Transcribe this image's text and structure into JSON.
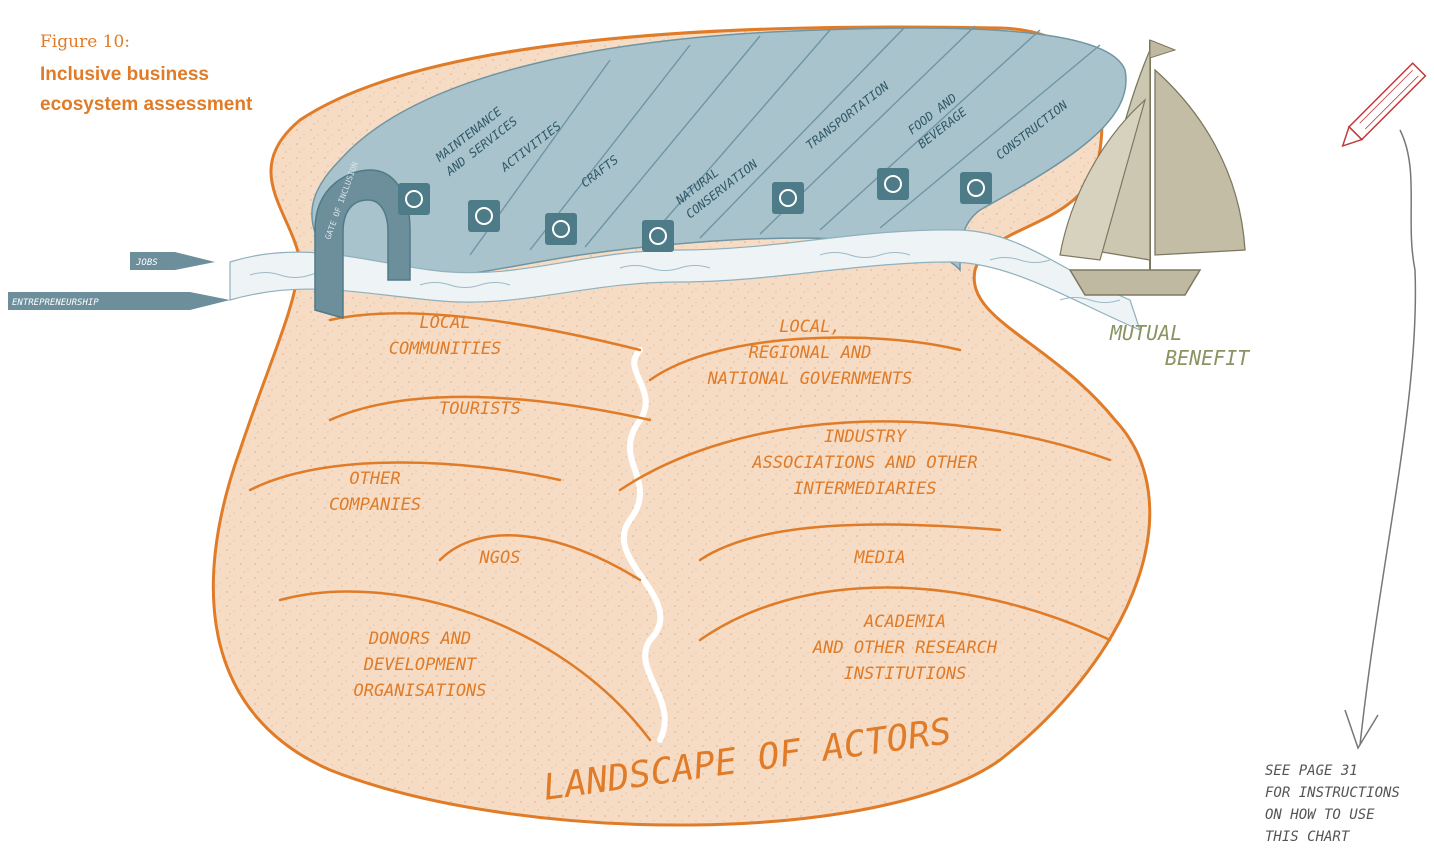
{
  "figure": {
    "number": "Figure 10:",
    "title_line1": "Inclusive business",
    "title_line2": "ecosystem assessment"
  },
  "arch_label": "GATE OF INCLUSION",
  "sectors": [
    {
      "label1": "MAINTENANCE",
      "label2": "AND SERVICES",
      "icon": "cocktail-icon"
    },
    {
      "label1": "ACTIVITIES",
      "label2": "",
      "icon": "camera-icon"
    },
    {
      "label1": "CRAFTS",
      "label2": "",
      "icon": "needle-icon"
    },
    {
      "label1": "NATURAL",
      "label2": "CONSERVATION",
      "icon": "elephant-icon"
    },
    {
      "label1": "TRANSPORTATION",
      "label2": "",
      "icon": "vehicle-icon"
    },
    {
      "label1": "FOOD AND",
      "label2": "BEVERAGE",
      "icon": "spoon-icon"
    },
    {
      "label1": "CONSTRUCTION",
      "label2": "",
      "icon": "hammer-icon"
    }
  ],
  "flows": {
    "jobs": "JOBS",
    "entrepreneurship": "ENTREPRENEURSHIP"
  },
  "mutual_benefit": {
    "line1": "MUTUAL",
    "line2": "BENEFIT"
  },
  "actors_left": [
    {
      "line1": "LOCAL",
      "line2": "COMMUNITIES",
      "line3": ""
    },
    {
      "line1": "TOURISTS",
      "line2": "",
      "line3": ""
    },
    {
      "line1": "OTHER",
      "line2": "COMPANIES",
      "line3": ""
    },
    {
      "line1": "NGOS",
      "line2": "",
      "line3": ""
    },
    {
      "line1": "DONORS AND",
      "line2": "DEVELOPMENT",
      "line3": "ORGANISATIONS"
    }
  ],
  "actors_right": [
    {
      "line1": "LOCAL,",
      "line2": "REGIONAL AND",
      "line3": "NATIONAL GOVERNMENTS"
    },
    {
      "line1": "INDUSTRY",
      "line2": "ASSOCIATIONS AND OTHER",
      "line3": "INTERMEDIARIES"
    },
    {
      "line1": "MEDIA",
      "line2": "",
      "line3": ""
    },
    {
      "line1": "ACADEMIA",
      "line2": "AND OTHER RESEARCH",
      "line3": "INSTITUTIONS"
    }
  ],
  "landscape_label": "LANDSCAPE OF ACTORS",
  "note": {
    "line1": "SEE PAGE 31",
    "line2": "FOR INSTRUCTIONS",
    "line3": "ON HOW TO USE",
    "line4": "THIS CHART"
  },
  "colors": {
    "orange": "#e07b28",
    "sand": "#f6dcc4",
    "lake": "#a9c3cd",
    "lake_dark": "#4e7b88",
    "sage": "#8a9462",
    "sail": "#bfb9a2"
  }
}
